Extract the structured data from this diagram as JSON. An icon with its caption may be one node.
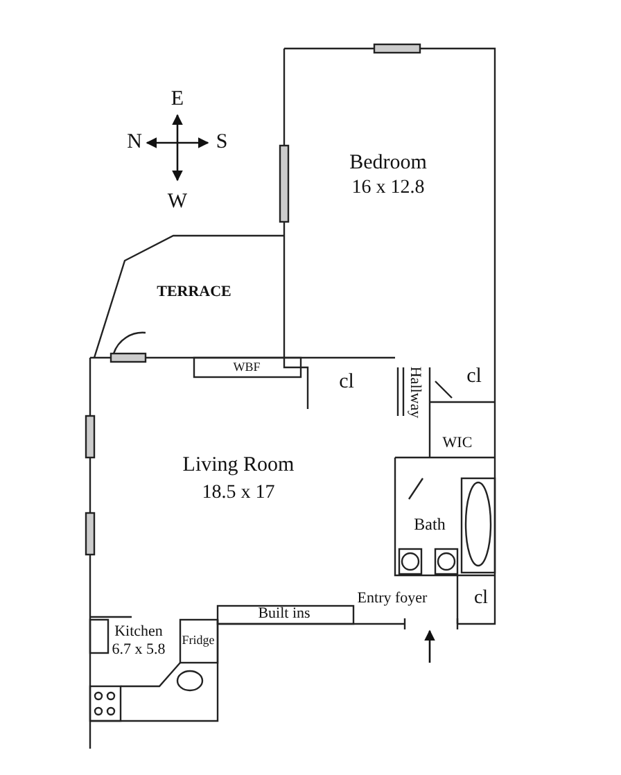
{
  "diagram": {
    "labels": [
      "E",
      "N",
      "S",
      "Bedroom",
      "16 x 12.8",
      "W",
      "TERRACE",
      "cl",
      "cl",
      "WBF",
      "Hallway",
      "WIC",
      "Living Room",
      "18.5 x 17",
      "Bath",
      "Entry foyer",
      "cl",
      "Built ins",
      "Kitchen",
      "6.7 x 5.8",
      "Fridge"
    ]
  }
}
